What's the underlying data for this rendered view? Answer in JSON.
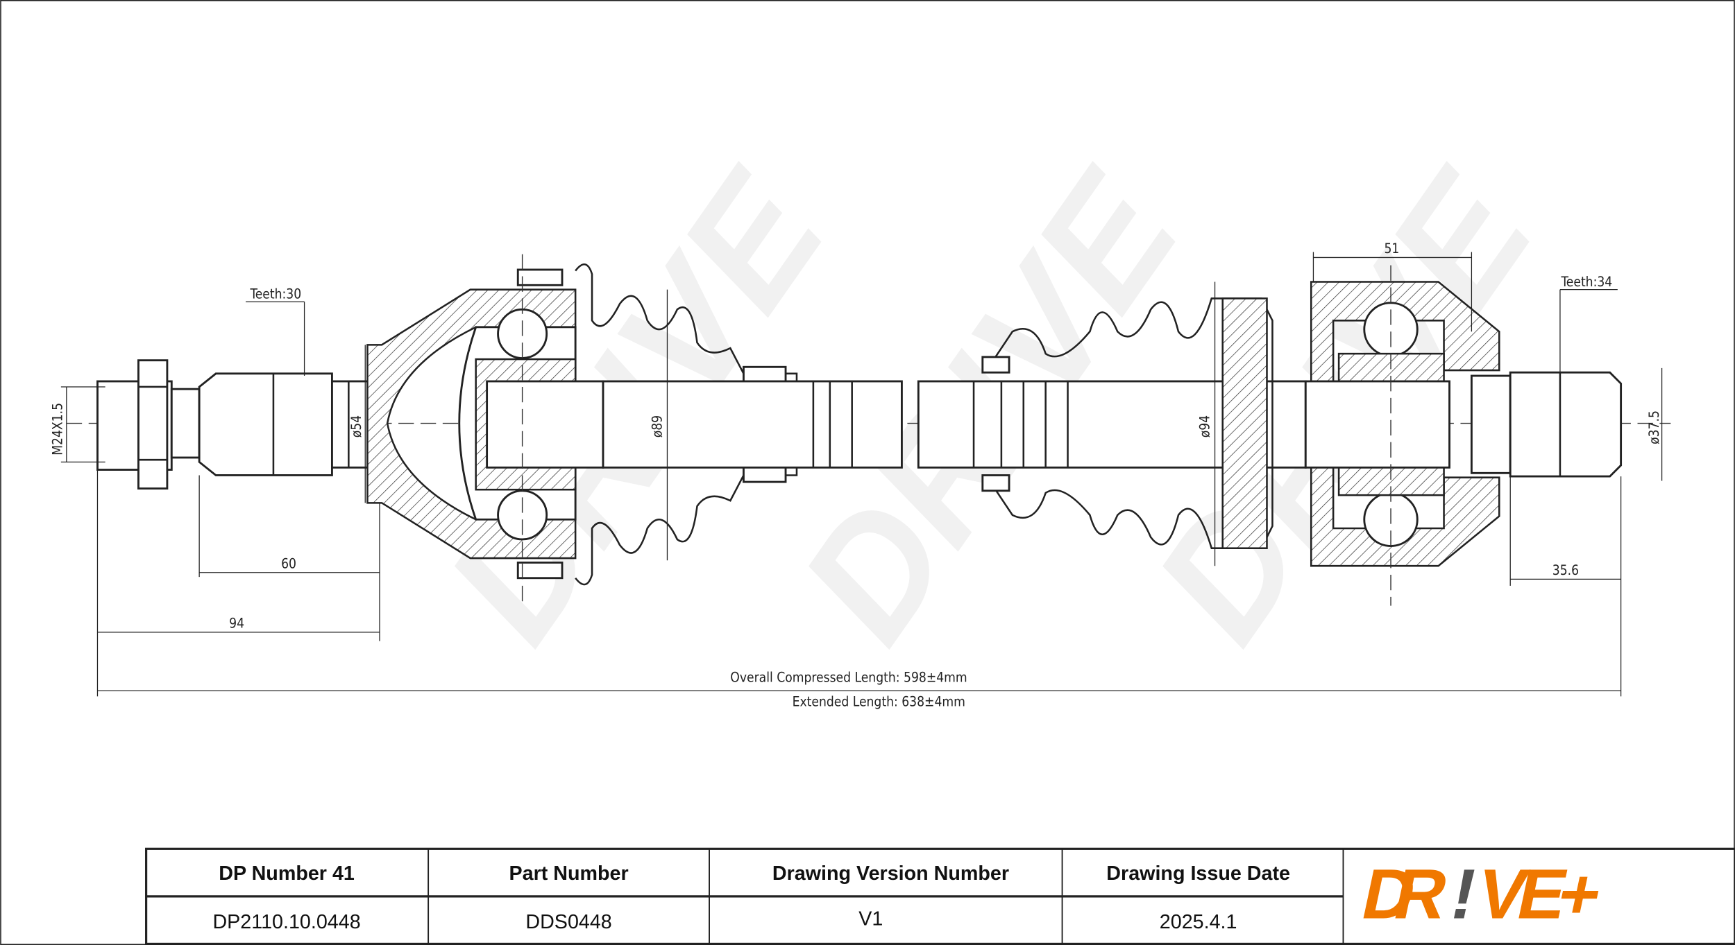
{
  "drawing": {
    "labels": {
      "teeth_left": "Teeth:30",
      "teeth_right": "Teeth:34",
      "thread": "M24X1.5",
      "dia_54": "ø54",
      "dia_89": "ø89",
      "dia_94": "ø94",
      "dia_37_5": "ø37.5",
      "dim_60": "60",
      "dim_94": "94",
      "dim_51": "51",
      "dim_35_6": "35.6",
      "compressed_length": "Overall  Compressed  Length: 598±4mm",
      "extended_length": "Extended  Length: 638±4mm"
    },
    "watermark": "DR!VE+"
  },
  "title_block": {
    "headers": [
      "DP Number 41",
      "Part Number",
      "Drawing Version Number",
      "Drawing Issue Date"
    ],
    "values": [
      "DP2110.10.0448",
      "DDS0448",
      "V1",
      "2025.4.1"
    ],
    "logo_text": "DR!VE+",
    "logo_color": "#f07800",
    "logo_accent": "#555555"
  }
}
